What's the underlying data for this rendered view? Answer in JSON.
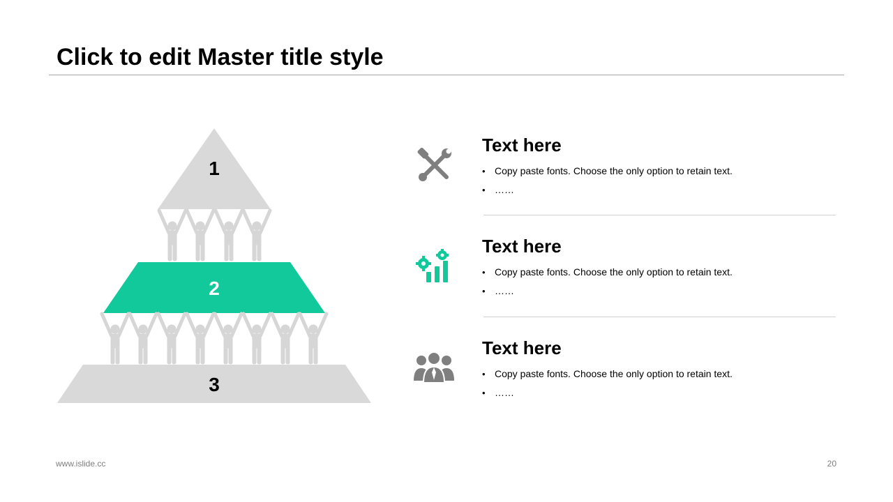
{
  "slide": {
    "title": "Click to edit Master title style",
    "footer_url": "www.islide.cc",
    "page_number": "20"
  },
  "colors": {
    "accent": "#12c99b",
    "gray_shape": "#d9d9d9",
    "people": "#d6d6d6",
    "icon_gray": "#7f7f7f"
  },
  "pyramid": {
    "levels": [
      {
        "label": "1",
        "highlighted": false
      },
      {
        "label": "2",
        "highlighted": true
      },
      {
        "label": "3",
        "highlighted": false
      }
    ]
  },
  "items": [
    {
      "icon": "tools-icon",
      "heading": "Text here",
      "bullets": [
        "Copy paste fonts. Choose the only option to retain text.",
        "……"
      ]
    },
    {
      "icon": "gear-chart-icon",
      "heading": "Text here",
      "bullets": [
        "Copy paste fonts. Choose the only option to retain text.",
        "……"
      ]
    },
    {
      "icon": "team-icon",
      "heading": "Text here",
      "bullets": [
        "Copy paste fonts. Choose the only option to retain text.",
        "……"
      ]
    }
  ]
}
